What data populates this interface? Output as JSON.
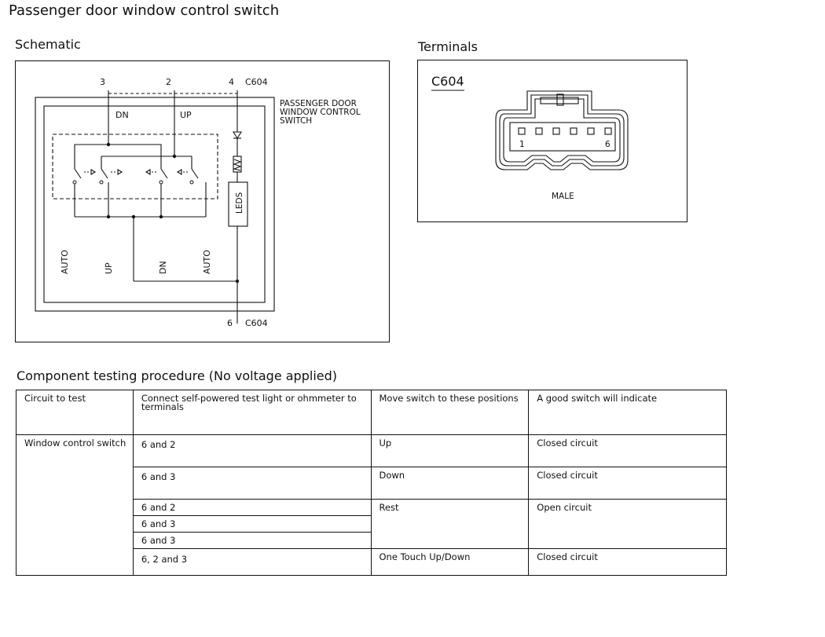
{
  "title": "Passenger door window control switch",
  "schematic": {
    "heading": "Schematic",
    "pins_top": [
      "3",
      "2",
      "4"
    ],
    "connector_top": "C604",
    "pin_bottom": "6",
    "connector_bottom": "C604",
    "switch_label_lines": [
      "PASSENGER DOOR",
      "WINDOW CONTROL",
      "SWITCH"
    ],
    "dn": "DN",
    "up": "UP",
    "leds": "LEDS",
    "positions": [
      "AUTO",
      "UP",
      "DN",
      "AUTO"
    ]
  },
  "terminals": {
    "heading": "Terminals",
    "connector": "C604",
    "pin_first": "1",
    "pin_last": "6",
    "gender": "MALE"
  },
  "procedure": {
    "heading": "Component testing procedure (No voltage applied)",
    "headers": [
      "Circuit to test",
      "Connect self-powered test light or ohmmeter to terminals",
      "Move switch to these positions",
      "A good switch will indicate"
    ],
    "circuit": "Window control switch",
    "terminals": [
      "6 and 2",
      "6 and 3",
      "6 and 2",
      "6 and 3",
      "6 and 3",
      "6, 2 and 3"
    ],
    "positions": [
      "Up",
      "Down",
      "Rest",
      "One Touch Up/Down"
    ],
    "results": [
      "Closed circuit",
      "Closed circuit",
      "Open circuit",
      "Closed circuit"
    ]
  }
}
